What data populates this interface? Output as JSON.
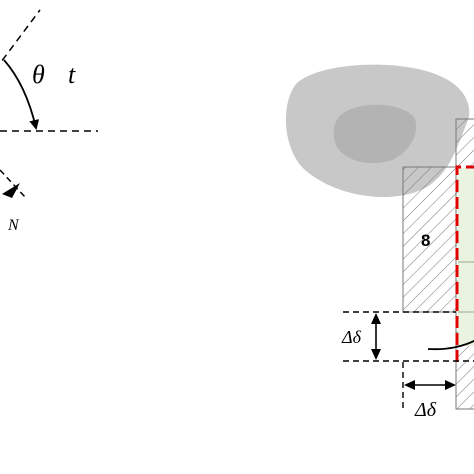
{
  "labels": {
    "theta": "θ",
    "t": "t",
    "N": "N",
    "block_number": "8",
    "delta_vertical": "Δδ",
    "delta_horizontal": "Δδ"
  },
  "colors": {
    "dashed_line": "#000000",
    "hatch_stroke": "#777777",
    "cavity_gray": "#c8c8c8",
    "cavity_inner": "#b3b3b3",
    "red_boundary": "#e00000",
    "green_fill": "#eaf3e0"
  }
}
